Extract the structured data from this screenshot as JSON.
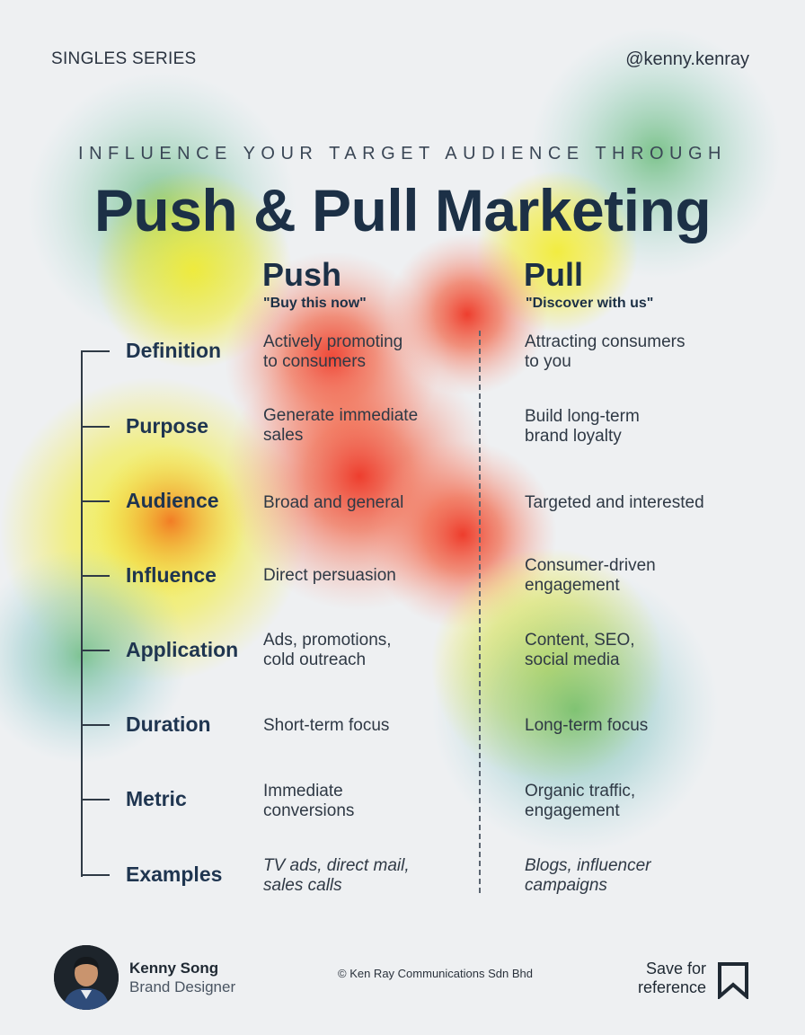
{
  "header": {
    "series": "SINGLES SERIES",
    "handle": "@kenny.kenray",
    "kicker": "INFLUENCE YOUR TARGET AUDIENCE THROUGH",
    "title": "Push & Pull Marketing"
  },
  "columns": {
    "push": {
      "title": "Push",
      "tagline": "\"Buy this now\""
    },
    "pull": {
      "title": "Pull",
      "tagline": "\"Discover with us\""
    }
  },
  "rows": [
    {
      "label": "Definition",
      "push": [
        "Actively promoting",
        "to consumers"
      ],
      "pull": [
        "Attracting consumers",
        "to you"
      ]
    },
    {
      "label": "Purpose",
      "push": [
        "Generate immediate",
        "sales"
      ],
      "pull": [
        "Build long-term",
        "brand loyalty"
      ]
    },
    {
      "label": "Audience",
      "push": [
        "Broad and general"
      ],
      "pull": [
        "Targeted and interested"
      ]
    },
    {
      "label": "Influence",
      "push": [
        "Direct persuasion"
      ],
      "pull": [
        "Consumer-driven",
        "engagement"
      ]
    },
    {
      "label": "Application",
      "push": [
        "Ads, promotions,",
        "cold outreach"
      ],
      "pull": [
        "Content, SEO,",
        "social media"
      ]
    },
    {
      "label": "Duration",
      "push": [
        "Short-term focus"
      ],
      "pull": [
        "Long-term focus"
      ]
    },
    {
      "label": "Metric",
      "push": [
        "Immediate",
        "conversions"
      ],
      "pull": [
        "Organic traffic,",
        "engagement"
      ]
    },
    {
      "label": "Examples",
      "push": [
        "TV ads, direct mail,",
        "sales calls"
      ],
      "pull": [
        "Blogs, influencer",
        "campaigns"
      ]
    }
  ],
  "footer": {
    "author_name": "Kenny Song",
    "author_role": "Brand Designer",
    "copyright": "© Ken Ray Communications Sdn Bhd",
    "save_line1": "Save for",
    "save_line2": "reference"
  },
  "icons": {
    "save": "bookmark-icon",
    "avatar": "profile-photo"
  },
  "colors": {
    "background": "#eef0f2",
    "title": "#1c3046",
    "heat_red": "#ef2b1c",
    "heat_yellow": "#f4ee2a",
    "heat_green": "#4fb06a",
    "heat_teal": "#5aa8b4"
  }
}
